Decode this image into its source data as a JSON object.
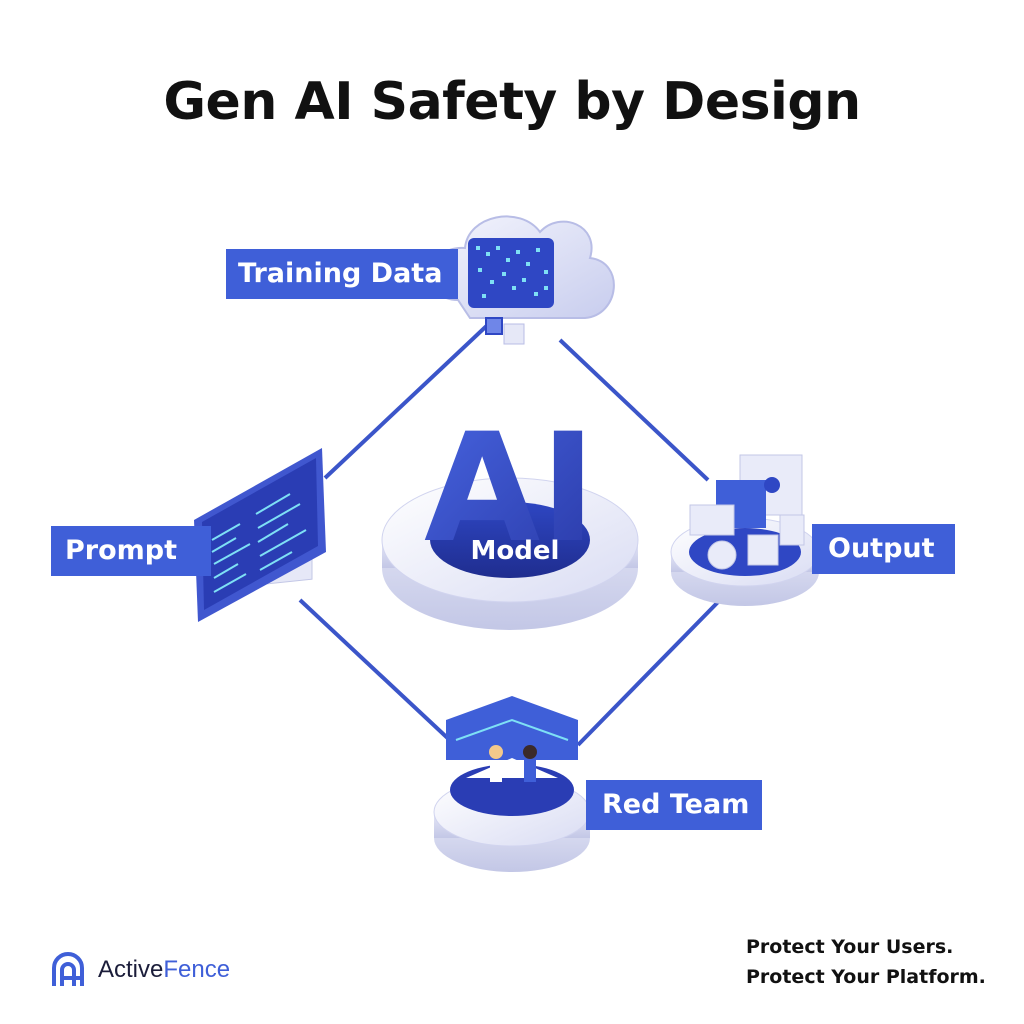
{
  "title": "Gen AI Safety by Design",
  "nodes": {
    "training_data": "Training Data",
    "prompt": "Prompt",
    "output": "Output",
    "red_team": "Red Team",
    "center_big": "AI",
    "center_label": "Model"
  },
  "brand": {
    "name_part1": "Active",
    "name_part2": "Fence",
    "accent_color": "#3f5fd8"
  },
  "tagline": {
    "line1": "Protect Your Users.",
    "line2": "Protect Your Platform."
  },
  "icons": [
    "cloud-database-icon",
    "monitor-code-icon",
    "media-output-icon",
    "red-team-workstation-icon",
    "activefence-logo-icon"
  ]
}
